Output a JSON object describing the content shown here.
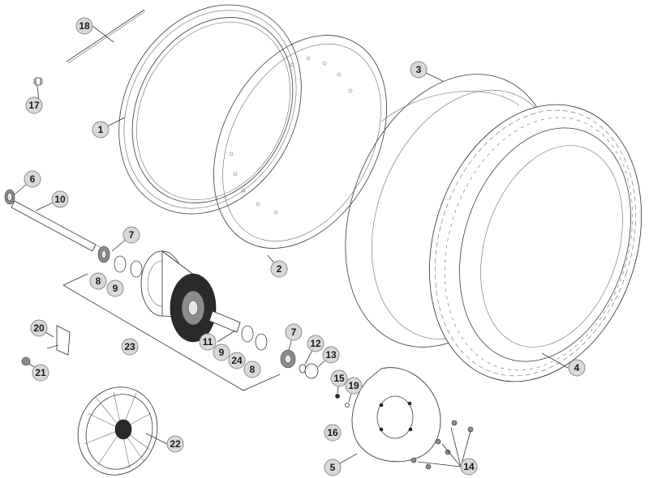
{
  "callouts": [
    {
      "id": "c1",
      "label": "1"
    },
    {
      "id": "c2",
      "label": "2"
    },
    {
      "id": "c3",
      "label": "3"
    },
    {
      "id": "c4",
      "label": "4"
    },
    {
      "id": "c5",
      "label": "5"
    },
    {
      "id": "c6",
      "label": "6"
    },
    {
      "id": "c7a",
      "label": "7"
    },
    {
      "id": "c7b",
      "label": "7"
    },
    {
      "id": "c8a",
      "label": "8"
    },
    {
      "id": "c8b",
      "label": "8"
    },
    {
      "id": "c9a",
      "label": "9"
    },
    {
      "id": "c9b",
      "label": "9"
    },
    {
      "id": "c10",
      "label": "10"
    },
    {
      "id": "c11",
      "label": "11"
    },
    {
      "id": "c12",
      "label": "12"
    },
    {
      "id": "c13",
      "label": "13"
    },
    {
      "id": "c14",
      "label": "14"
    },
    {
      "id": "c15",
      "label": "15"
    },
    {
      "id": "c16",
      "label": "16"
    },
    {
      "id": "c17",
      "label": "17"
    },
    {
      "id": "c18",
      "label": "18"
    },
    {
      "id": "c19",
      "label": "19"
    },
    {
      "id": "c20",
      "label": "20"
    },
    {
      "id": "c21",
      "label": "21"
    },
    {
      "id": "c22",
      "label": "22"
    },
    {
      "id": "c23",
      "label": "23"
    },
    {
      "id": "c24",
      "label": "24"
    }
  ]
}
